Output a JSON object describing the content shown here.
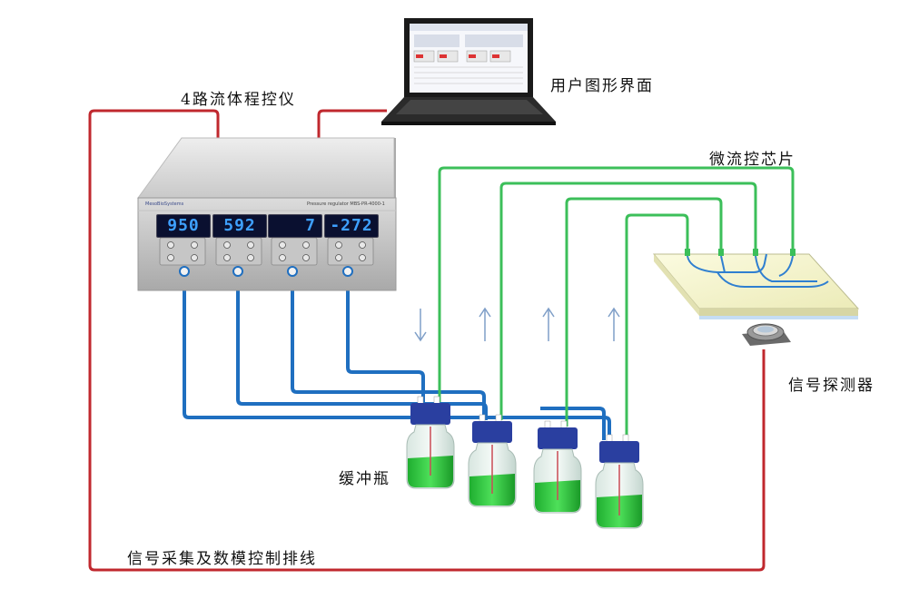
{
  "labels": {
    "controller": "4路流体程控仪",
    "user_interface": "用户图形界面",
    "chip": "微流控芯片",
    "detector": "信号探测器",
    "buffer_bottles": "缓冲瓶",
    "cable": "信号采集及数模控制排线"
  },
  "controller_panel": {
    "brand": "MesoBioSystems",
    "model": "Pressure regulator MBS-PR-4000-1",
    "displays": [
      "950",
      "592",
      "7",
      "-272"
    ]
  },
  "colors": {
    "red_cable": "#c0282e",
    "blue_tube": "#1f6fc0",
    "green_tube": "#3cbf5a",
    "chip_surface": "#f4f3c9",
    "chip_channel": "#2f7fd0",
    "liquid": "#3bcf4a",
    "cap": "#2a3fa0",
    "arrow": "#7f9fc8",
    "display_text": "#3ea0ff"
  }
}
